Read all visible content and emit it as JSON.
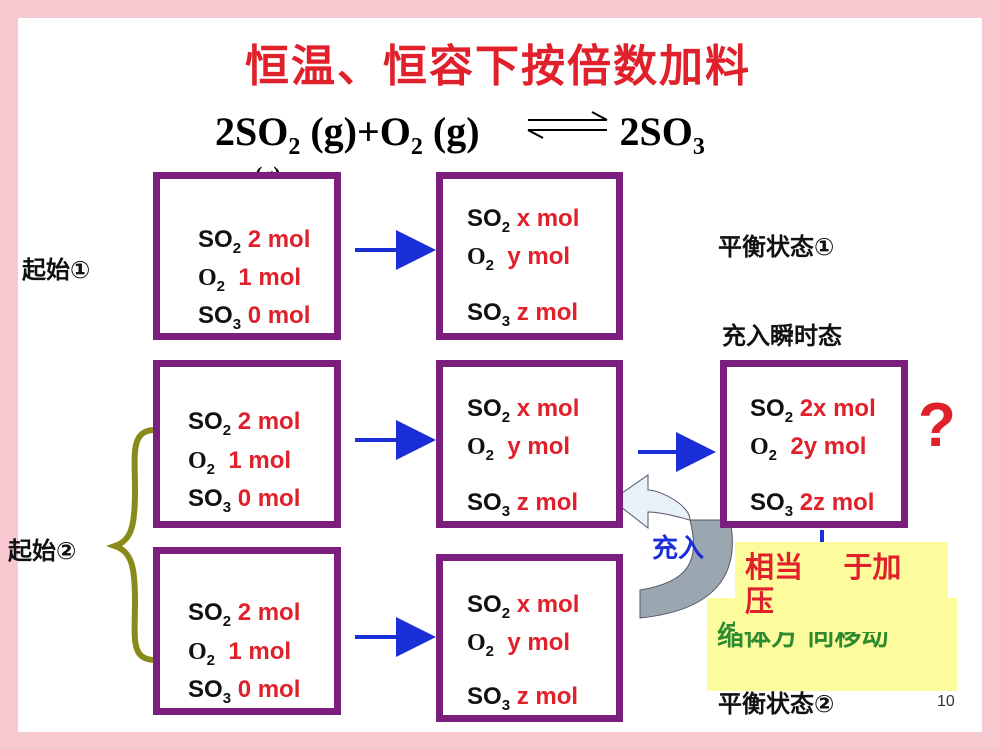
{
  "title": "恒温、恒容下按倍数加料",
  "equation": {
    "lhs_a": "2SO",
    "sub2a": "2",
    "lhs_b": " (g)+O",
    "sub2b": "2",
    "lhs_c": " (g)",
    "rhs": "2SO",
    "sub3": "3",
    "tail": "(g)"
  },
  "labels": {
    "start1": "起始①",
    "start2": "起始②",
    "eq1": "平衡状态①",
    "instant": "充入瞬时态",
    "eq2": "平衡状态②",
    "charge": "充入",
    "question": "?",
    "page": "10"
  },
  "notes": {
    "yellow": "相当    于加\n压",
    "green": "缩体方    向移动"
  },
  "boxes": {
    "start1": {
      "so2": "2 mol",
      "o2": "1 mol",
      "so3": "0 mol"
    },
    "eq1": {
      "so2": "x mol",
      "o2": "y mol",
      "so3": "z mol"
    },
    "start2a": {
      "so2": "2 mol",
      "o2": "1 mol",
      "so3": "0 mol"
    },
    "mid2a": {
      "so2": "x mol",
      "o2": "y mol",
      "so3": "z mol"
    },
    "instant": {
      "so2": "2x mol",
      "o2": "2y mol",
      "so3": "2z mol"
    },
    "start2b": {
      "so2": "2 mol",
      "o2": "1 mol",
      "so3": "0 mol"
    },
    "mid2b": {
      "so2": "x mol",
      "o2": "y mol",
      "so3": "z mol"
    }
  },
  "species": {
    "so2": "SO",
    "so2_sub": "2",
    "o2": "O",
    "o2_sub": "2",
    "so3": "SO",
    "so3_sub": "3"
  },
  "colors": {
    "box_border": "#7a1f7e",
    "arrow": "#1a2fd8",
    "brace": "#8a8a1a",
    "accent": "#e0202a"
  }
}
